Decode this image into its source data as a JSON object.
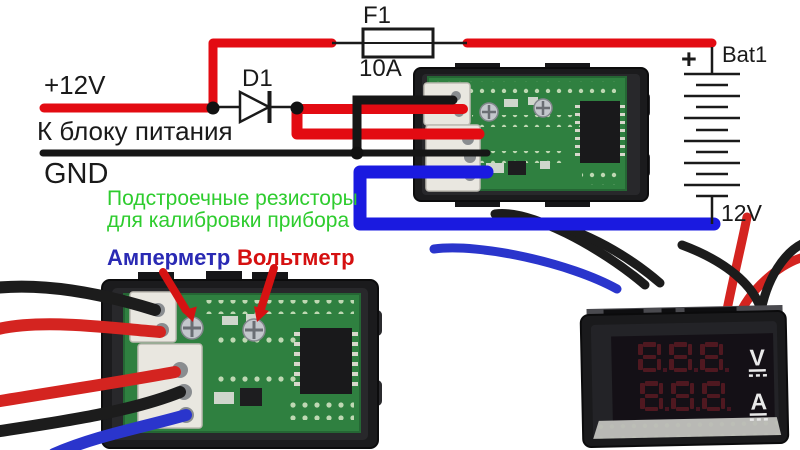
{
  "schematic": {
    "labels": {
      "supply_positive": "+12V",
      "supply_caption": "К блоку питания",
      "ground": "GND",
      "fuse_name": "F1",
      "fuse_rating": "10A",
      "diode_name": "D1",
      "battery_plus": "+",
      "battery_name": "Bat1",
      "battery_voltage": "12V"
    },
    "annotations": {
      "trimmers_line1": "Подстроечные резисторы",
      "trimmers_line2": "для калибровки прибора",
      "ammeter": "Амперметр",
      "voltmeter": "Вольтметр"
    },
    "colors": {
      "wire_red": "#e30b12",
      "wire_black": "#161616",
      "wire_blue": "#1a1ae0",
      "annotation_green": "#2ecc2e",
      "ammeter_label_blue": "#2a2ab4",
      "voltmeter_label_red": "#d51010",
      "arrow_red": "#d61212"
    }
  },
  "display_module": {
    "top_row_digits": "888",
    "bottom_row_digits": "888",
    "volt_unit": "V",
    "amp_unit": "A"
  }
}
